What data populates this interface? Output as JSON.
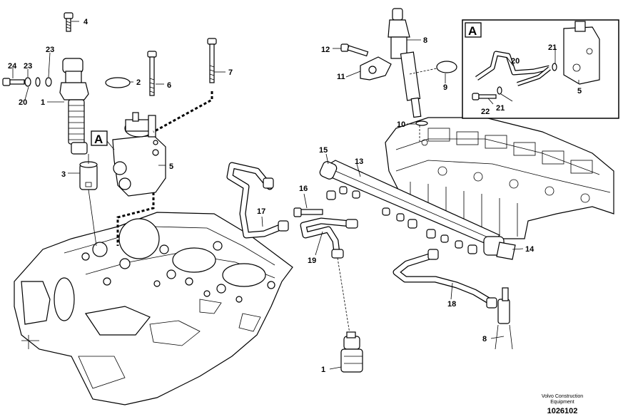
{
  "labels": {
    "l1a": "1",
    "l1b": "1",
    "l2": "2",
    "l3": "3",
    "l4": "4",
    "l5a": "5",
    "l5b": "5",
    "l6": "6",
    "l7": "7",
    "l8a": "8",
    "l8b": "8",
    "l9": "9",
    "l10": "10",
    "l11": "11",
    "l12": "12",
    "l13": "13",
    "l14": "14",
    "l15": "15",
    "l16": "16",
    "l17": "17",
    "l18": "18",
    "l19": "19",
    "l20a": "20",
    "l20b": "20",
    "l21a": "21",
    "l21b": "21",
    "l22": "22",
    "l23": "23",
    "l24": "24"
  },
  "view_markers": {
    "left": "A",
    "detail": "A"
  },
  "credit": {
    "line1": "Volvo Construction",
    "line2": "Equipment"
  },
  "doc_number": "1026102"
}
